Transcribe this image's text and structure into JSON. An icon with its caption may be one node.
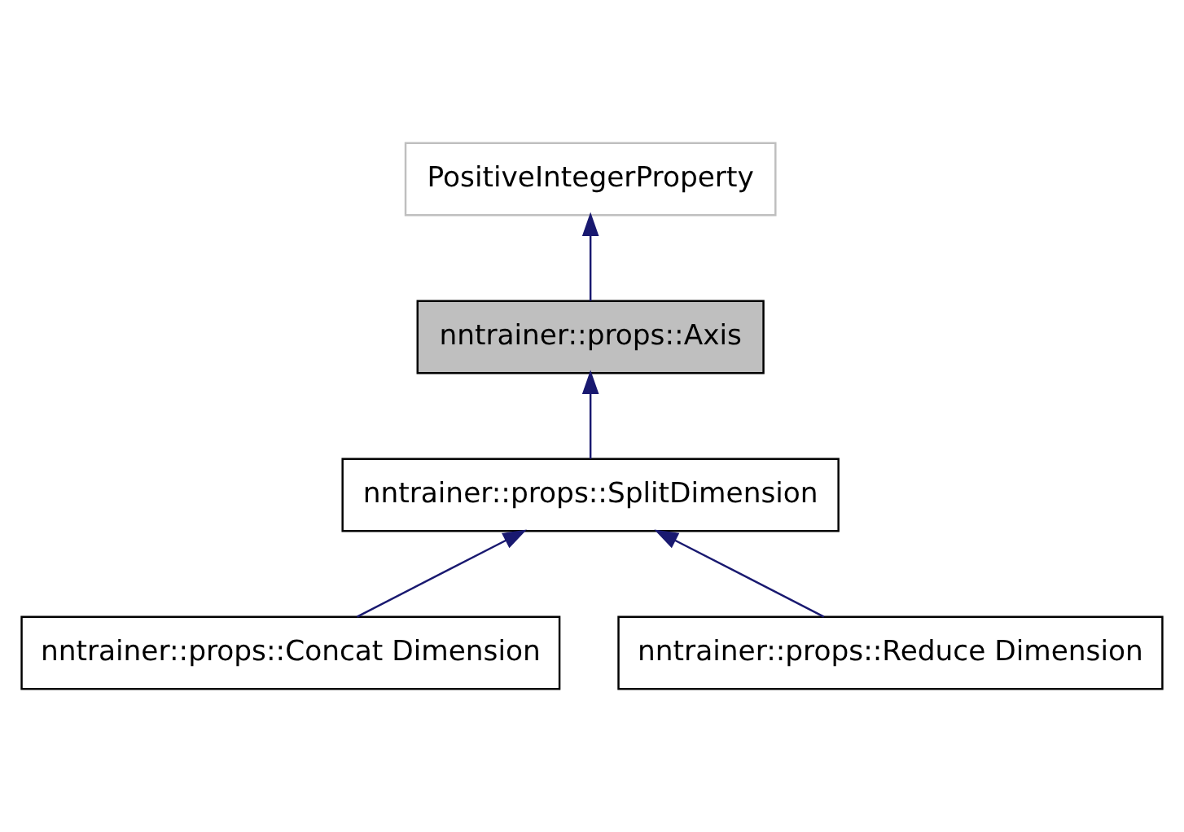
{
  "diagram": {
    "nodes": [
      {
        "text": [
          "PositiveIntegerProperty"
        ]
      },
      {
        "text": [
          "nntrainer::props::Axis"
        ]
      },
      {
        "text": [
          "nntrainer::props::SplitDimension"
        ]
      },
      {
        "text": [
          "nntrainer::props::Concat Dimension"
        ]
      },
      {
        "text": [
          "nntrainer::props::Reduce Dimension"
        ]
      }
    ],
    "edges": [
      {
        "from": 1,
        "to": 0,
        "arrow": "to"
      },
      {
        "from": 2,
        "to": 1,
        "arrow": "to"
      },
      {
        "from": 3,
        "to": 2,
        "arrow": "to"
      },
      {
        "from": 4,
        "to": 2,
        "arrow": "to"
      }
    ]
  }
}
